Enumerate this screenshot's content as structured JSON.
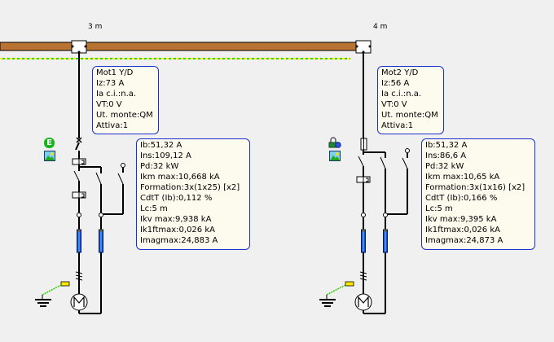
{
  "diagram": {
    "colors": {
      "background": "#f0f0f0",
      "busbar": "#b87333",
      "earth_line": "#33cc00",
      "earth_dash": "#ffff00",
      "box_border": "#1a2fd0",
      "box_fill": "#fdfaee",
      "cable": "#1a4fd0",
      "earth_tag": "#ffe800"
    },
    "feeders": [
      {
        "length_label": "3 m",
        "load_info": [
          "Mot1 Y/D",
          "Iz:73 A",
          "Ia c.i.:n.a.",
          "VT:0 V",
          "Ut. monte:QM",
          "Attiva:1"
        ],
        "cable_info": [
          "Ib:51,32 A",
          "Ins:109,12 A",
          "Pd:32 kW",
          "Ikm max:10,668 kA",
          "Formation:3x(1x25) [x2]",
          "CdtT (Ib):0,112 %",
          "Lc:5 m",
          "Ikv max:9,938 kA",
          "Ik1ftmax:0,026 kA",
          "Imagmax:24,883 A"
        ],
        "status_icon": "e-badge-icon",
        "status_letter": "E",
        "motor_symbol": "M"
      },
      {
        "length_label": "4 m",
        "load_info": [
          "Mot2 Y/D",
          "Iz:56 A",
          "Ia c.i.:n.a.",
          "VT:0 V",
          "Ut. monte:QM",
          "Attiva:1"
        ],
        "cable_info": [
          "Ib:51,32 A",
          "Ins:86,6 A",
          "Pd:32 kW",
          "Ikm max:10,65 kA",
          "Formation:3x(1x16) [x2]",
          "CdtT (Ib):0,166 %",
          "Lc:5 m",
          "Ikv max:9,395 kA",
          "Ik1ftmax:0,026 kA",
          "Imagmax:24,873 A"
        ],
        "status_icon": "lock-icon",
        "motor_symbol": "M"
      }
    ]
  }
}
